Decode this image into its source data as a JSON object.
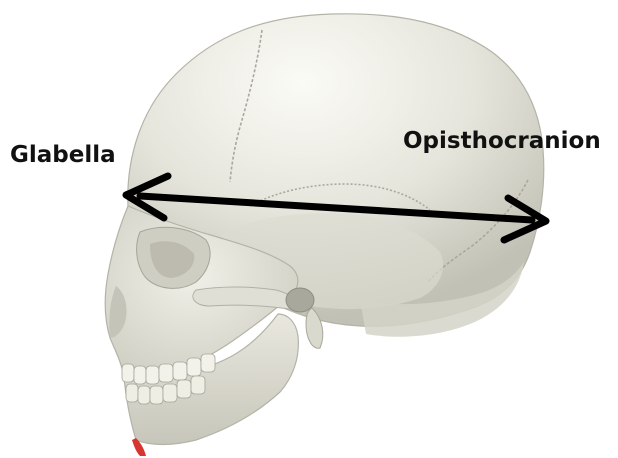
{
  "labels": {
    "left": "Glabella",
    "right": "Opisthocranion"
  },
  "colors": {
    "bone": "#e6e5dc",
    "bone_shadow": "#bfbeb2",
    "bone_dark": "#9d9c91",
    "arrow": "#000000",
    "accent_red": "#d6362f"
  },
  "illustration": {
    "subject": "skull-lateral-view",
    "measurement": "arrow between glabella and opisthocranion"
  }
}
